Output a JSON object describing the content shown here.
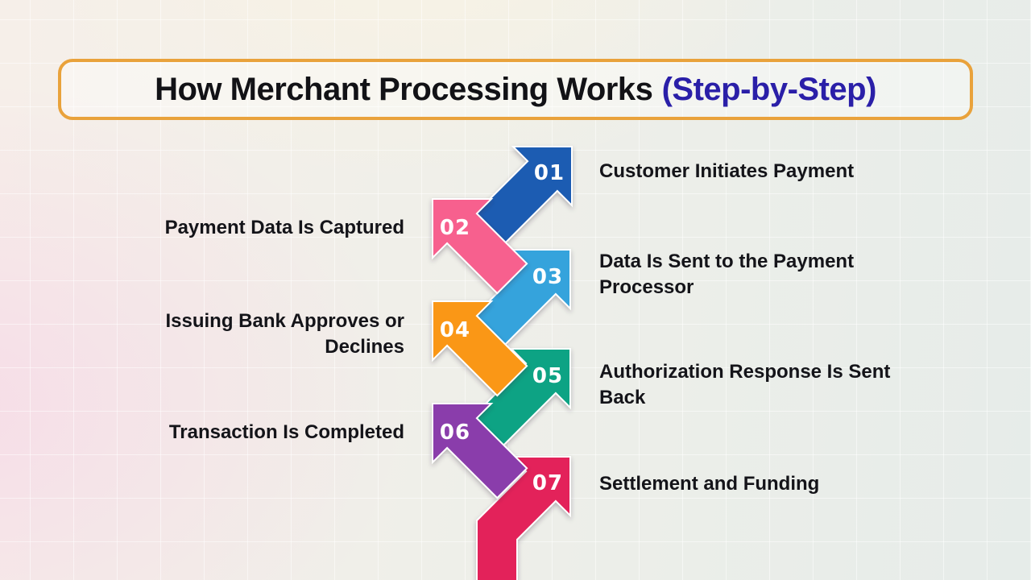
{
  "title": {
    "main": "How Merchant Processing Works",
    "accent": "(Step-by-Step)",
    "accent_color": "#2a1fa8",
    "box_border_color": "#e9a23b"
  },
  "text_color": "#141419",
  "steps": [
    {
      "num": "01",
      "label_lines": [
        "Customer Initiates Payment"
      ],
      "color": "#1d5cb2",
      "side": "right"
    },
    {
      "num": "02",
      "label_lines": [
        "Payment Data Is Captured"
      ],
      "color": "#f7618e",
      "side": "left"
    },
    {
      "num": "03",
      "label_lines": [
        "Data Is Sent to the Payment",
        "Processor"
      ],
      "color": "#35a3dc",
      "side": "right"
    },
    {
      "num": "04",
      "label_lines": [
        "Issuing Bank Approves or",
        "Declines"
      ],
      "color": "#fa9712",
      "side": "left"
    },
    {
      "num": "05",
      "label_lines": [
        "Authorization Response Is Sent",
        "Back"
      ],
      "color": "#11a384",
      "side": "right"
    },
    {
      "num": "06",
      "label_lines": [
        "Transaction Is Completed"
      ],
      "color": "#8a3cab",
      "side": "left"
    },
    {
      "num": "07",
      "label_lines": [
        "Settlement and Funding"
      ],
      "color": "#e3245a",
      "side": "right"
    }
  ]
}
